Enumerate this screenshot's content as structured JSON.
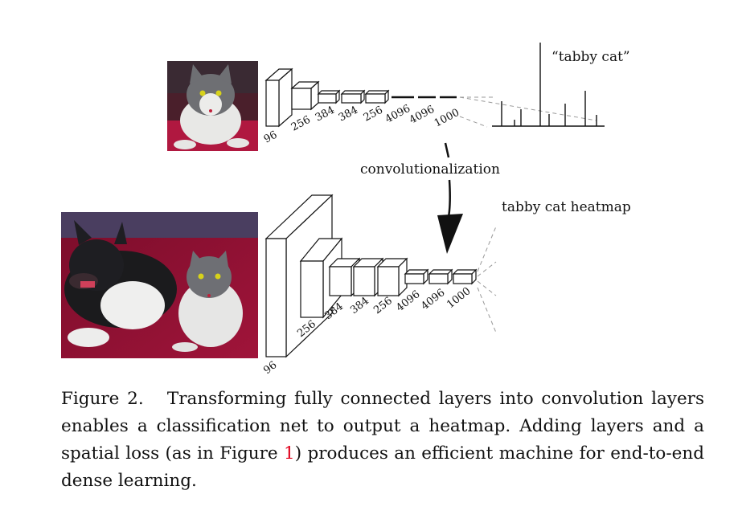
{
  "figure": {
    "top_net_labels": [
      "96",
      "256",
      "384",
      "384",
      "256",
      "4096",
      "4096",
      "1000"
    ],
    "bottom_net_labels": [
      "96",
      "256",
      "384",
      "384",
      "256",
      "4096",
      "4096",
      "1000"
    ],
    "top_output_label": "“tabby cat”",
    "arrow_label": "convolutionalization",
    "bottom_output_label": "tabby cat heatmap"
  },
  "caption": {
    "prefix": "Figure 2.",
    "text_before_ref": "Transforming fully connected layers into convolution layers enables a classification net to output a heatmap. Adding layers and a spatial loss (as in Figure ",
    "ref": "1",
    "text_after_ref": ") produces an efficient machine for end-to-end dense learning."
  }
}
